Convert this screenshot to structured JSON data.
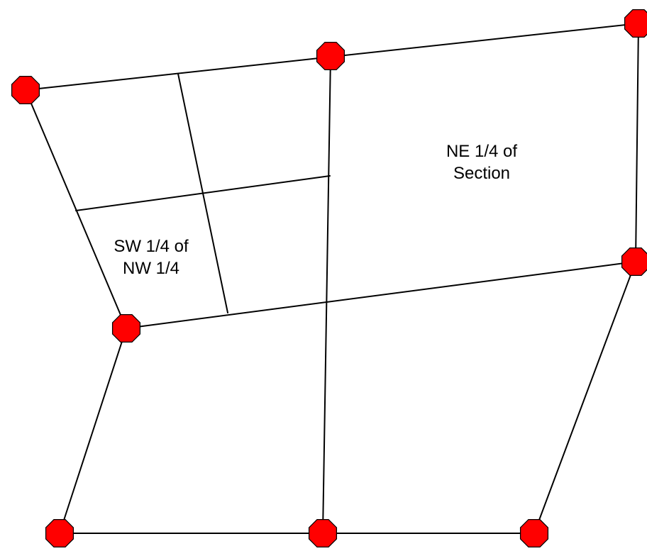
{
  "diagram": {
    "labels": {
      "ne_quarter_line1": "NE 1/4 of",
      "ne_quarter_line2": "Section",
      "sw_of_nw_line1": "SW 1/4 of",
      "sw_of_nw_line2": "NW 1/4"
    },
    "colors": {
      "corner_fill": "#ff0000",
      "corner_stroke": "#000000",
      "line": "#000000",
      "background": "#ffffff"
    },
    "corner_marker_shape": "octagon"
  }
}
